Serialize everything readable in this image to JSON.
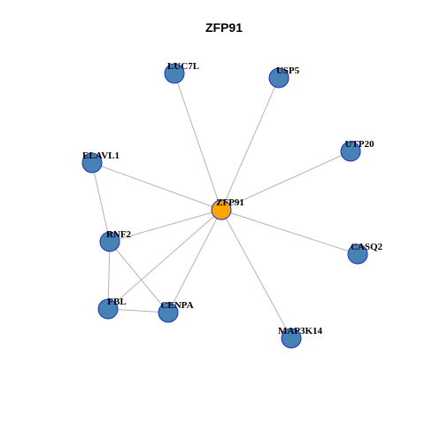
{
  "title": "ZFP91",
  "colors": {
    "node_fill": "#4682b4",
    "node_stroke": "#1c2fc4",
    "center_fill": "#ffa500",
    "edge": "#b3b3b3",
    "background": "#ffffff"
  },
  "nodes": [
    {
      "id": "ZFP91",
      "label": "ZFP91",
      "center": true
    },
    {
      "id": "LUC7L",
      "label": "LUC7L"
    },
    {
      "id": "USP5",
      "label": "USP5"
    },
    {
      "id": "UTP20",
      "label": "UTP20"
    },
    {
      "id": "ELAVL1",
      "label": "ELAVL1"
    },
    {
      "id": "RNF2",
      "label": "RNF2"
    },
    {
      "id": "CASQ2",
      "label": "CASQ2"
    },
    {
      "id": "FBL",
      "label": "FBL"
    },
    {
      "id": "CENPA",
      "label": "CENPA"
    },
    {
      "id": "MAP3K14",
      "label": "MAP3K14"
    }
  ],
  "edges": [
    [
      "ZFP91",
      "LUC7L"
    ],
    [
      "ZFP91",
      "USP5"
    ],
    [
      "ZFP91",
      "UTP20"
    ],
    [
      "ZFP91",
      "ELAVL1"
    ],
    [
      "ZFP91",
      "RNF2"
    ],
    [
      "ZFP91",
      "CASQ2"
    ],
    [
      "ZFP91",
      "FBL"
    ],
    [
      "ZFP91",
      "CENPA"
    ],
    [
      "ZFP91",
      "MAP3K14"
    ],
    [
      "ELAVL1",
      "RNF2"
    ],
    [
      "RNF2",
      "FBL"
    ],
    [
      "RNF2",
      "CENPA"
    ],
    [
      "FBL",
      "CENPA"
    ]
  ]
}
